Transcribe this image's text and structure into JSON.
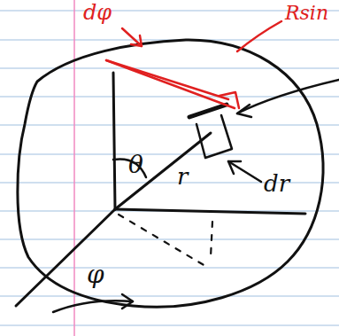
{
  "diagram": {
    "labels": [
      "dφ",
      "Rsin",
      "θ",
      "r",
      "dr",
      "φ"
    ]
  }
}
